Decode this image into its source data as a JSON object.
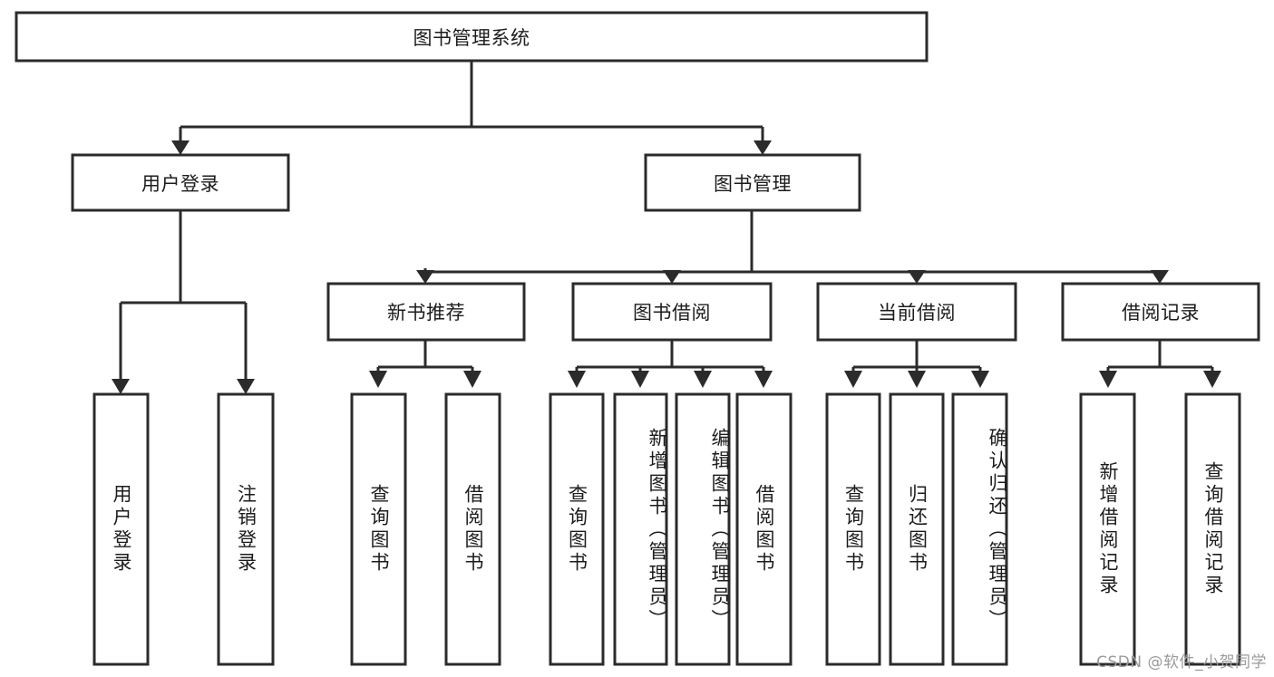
{
  "diagram": {
    "title": "图书管理系统",
    "type": "tree-hierarchy-diagram",
    "colors": {
      "box_stroke": "#2b2b2b",
      "box_fill": "#ffffff",
      "connector": "#2b2b2b",
      "text": "#1c1c1c",
      "watermark": "#9a9a9a",
      "background": "#ffffff"
    },
    "root": {
      "label": "图书管理系统"
    },
    "level2": [
      {
        "label": "用户登录"
      },
      {
        "label": "图书管理"
      }
    ],
    "level3": [
      {
        "label": "新书推荐"
      },
      {
        "label": "图书借阅"
      },
      {
        "label": "当前借阅"
      },
      {
        "label": "借阅记录"
      }
    ],
    "leaves": {
      "user_login": [
        {
          "label": "用户登录"
        },
        {
          "label": "注销登录"
        }
      ],
      "new_book_recommend": [
        {
          "label": "查询图书"
        },
        {
          "label": "借阅图书"
        }
      ],
      "book_borrow": [
        {
          "label": "查询图书"
        },
        {
          "label": "新增图书（管理员）"
        },
        {
          "label": "编辑图书（管理员）"
        },
        {
          "label": "借阅图书"
        }
      ],
      "current_borrow": [
        {
          "label": "查询图书"
        },
        {
          "label": "归还图书"
        },
        {
          "label": "确认归还（管理员）"
        }
      ],
      "borrow_record": [
        {
          "label": "新增借阅记录"
        },
        {
          "label": "查询借阅记录"
        }
      ]
    },
    "watermark": "CSDN @软件_小贺同学"
  }
}
